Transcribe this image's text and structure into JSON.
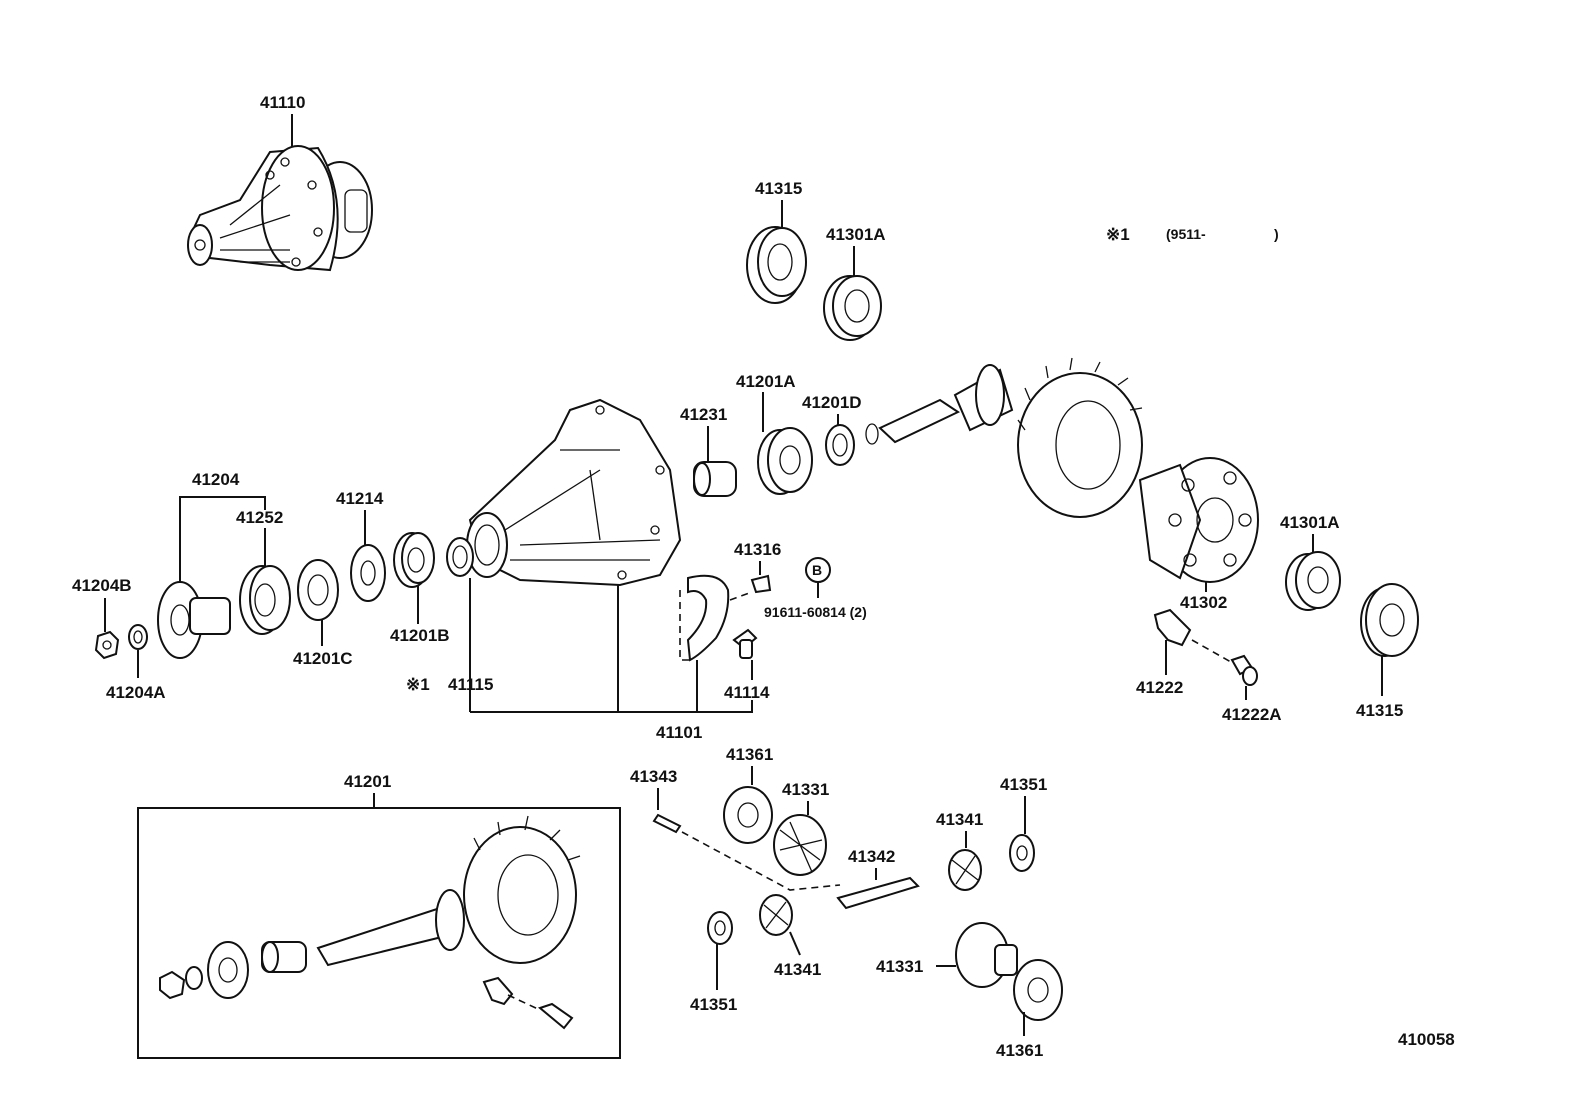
{
  "diagram": {
    "reference_code": "410058",
    "note": {
      "mark": "※1",
      "text": "(9511-",
      "close": ")"
    },
    "labels": {
      "p41110": "41110",
      "p41315_top": "41315",
      "p41301A_top": "41301A",
      "p41201A": "41201A",
      "p41231": "41231",
      "p41201D": "41201D",
      "p41204": "41204",
      "p41252": "41252",
      "p41214": "41214",
      "p41204B": "41204B",
      "p41204A": "41204A",
      "p41201C": "41201C",
      "p41201B": "41201B",
      "p41115_mark": "※1",
      "p41115": "41115",
      "p41316": "41316",
      "circle_b": "B",
      "bolt": "91611-60814 (2)",
      "p41114": "41114",
      "p41101": "41101",
      "p41302": "41302",
      "p41301A_right": "41301A",
      "p41222": "41222",
      "p41222A": "41222A",
      "p41315_right": "41315",
      "p41201": "41201",
      "p41343": "41343",
      "p41361_top": "41361",
      "p41331_top": "41331",
      "p41342": "41342",
      "p41341_top": "41341",
      "p41351_top": "41351",
      "p41351_bottom": "41351",
      "p41341_bottom": "41341",
      "p41331_bottom": "41331",
      "p41361_bottom": "41361"
    }
  }
}
